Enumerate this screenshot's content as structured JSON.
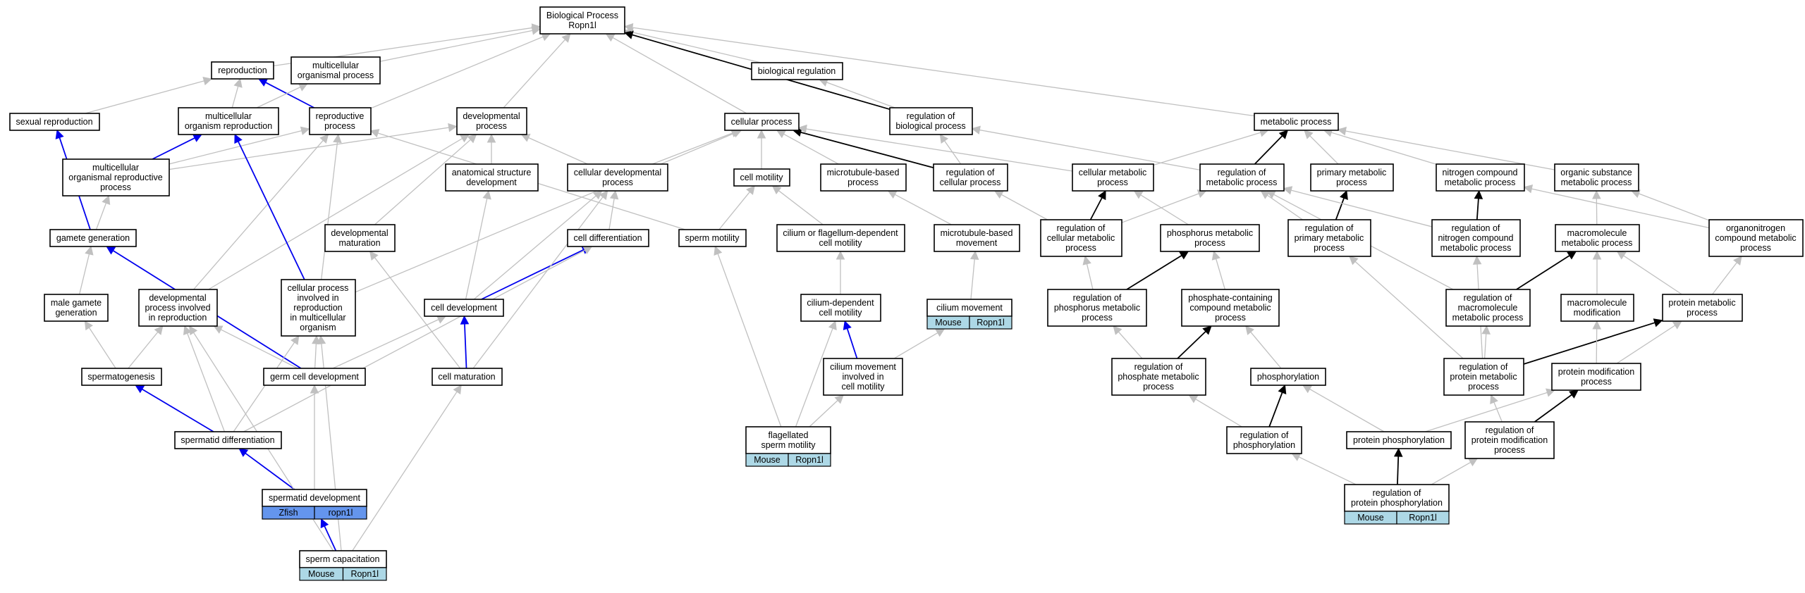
{
  "graph": {
    "nodes": [
      {
        "id": "bp",
        "lines": [
          "Biological Process",
          "Ropn1l"
        ]
      },
      {
        "id": "repro",
        "lines": [
          "reproduction"
        ]
      },
      {
        "id": "mop",
        "lines": [
          "multicellular",
          "organismal process"
        ]
      },
      {
        "id": "biolreg",
        "lines": [
          "biological regulation"
        ]
      },
      {
        "id": "sexrep",
        "lines": [
          "sexual reproduction"
        ]
      },
      {
        "id": "mcorgrep",
        "lines": [
          "multicellular",
          "organism reproduction"
        ]
      },
      {
        "id": "repproc",
        "lines": [
          "reproductive",
          "process"
        ]
      },
      {
        "id": "devproc",
        "lines": [
          "developmental",
          "process"
        ]
      },
      {
        "id": "cellproc",
        "lines": [
          "cellular process"
        ]
      },
      {
        "id": "regbp",
        "lines": [
          "regulation of",
          "biological process"
        ]
      },
      {
        "id": "metproc",
        "lines": [
          "metabolic process"
        ]
      },
      {
        "id": "mcorgrepproc",
        "lines": [
          "multicellular",
          "organismal reproductive",
          "process"
        ]
      },
      {
        "id": "anatdev",
        "lines": [
          "anatomical structure",
          "development"
        ]
      },
      {
        "id": "celldevproc",
        "lines": [
          "cellular developmental",
          "process"
        ]
      },
      {
        "id": "cellmot",
        "lines": [
          "cell motility"
        ]
      },
      {
        "id": "mtbproc",
        "lines": [
          "microtubule-based",
          "process"
        ]
      },
      {
        "id": "regcellproc",
        "lines": [
          "regulation of",
          "cellular process"
        ]
      },
      {
        "id": "cellmet",
        "lines": [
          "cellular metabolic",
          "process"
        ]
      },
      {
        "id": "regmet",
        "lines": [
          "regulation of",
          "metabolic process"
        ]
      },
      {
        "id": "primmet",
        "lines": [
          "primary metabolic",
          "process"
        ]
      },
      {
        "id": "nitromet",
        "lines": [
          "nitrogen compound",
          "metabolic process"
        ]
      },
      {
        "id": "orgsub",
        "lines": [
          "organic substance",
          "metabolic process"
        ]
      },
      {
        "id": "gamgen",
        "lines": [
          "gamete generation"
        ]
      },
      {
        "id": "devmat",
        "lines": [
          "developmental",
          "maturation"
        ]
      },
      {
        "id": "celldiff",
        "lines": [
          "cell differentiation"
        ]
      },
      {
        "id": "spermmot",
        "lines": [
          "sperm motility"
        ]
      },
      {
        "id": "ciliumflag",
        "lines": [
          "cilium or flagellum-dependent",
          "cell motility"
        ]
      },
      {
        "id": "mtbmove",
        "lines": [
          "microtubule-based",
          "movement"
        ]
      },
      {
        "id": "regcellmet",
        "lines": [
          "regulation of",
          "cellular metabolic",
          "process"
        ]
      },
      {
        "id": "phosmet",
        "lines": [
          "phosphorus metabolic",
          "process"
        ]
      },
      {
        "id": "regprimmet",
        "lines": [
          "regulation of",
          "primary metabolic",
          "process"
        ]
      },
      {
        "id": "regnitro",
        "lines": [
          "regulation of",
          "nitrogen compound",
          "metabolic process"
        ]
      },
      {
        "id": "macromet",
        "lines": [
          "macromolecule",
          "metabolic process"
        ]
      },
      {
        "id": "orgnitro",
        "lines": [
          "organonitrogen",
          "compound metabolic",
          "process"
        ]
      },
      {
        "id": "malegam",
        "lines": [
          "male gamete",
          "generation"
        ]
      },
      {
        "id": "devprocrep",
        "lines": [
          "developmental",
          "process involved",
          "in reproduction"
        ]
      },
      {
        "id": "cpinvolved",
        "lines": [
          "cellular process",
          "involved in",
          "reproduction",
          "in multicellular",
          "organism"
        ]
      },
      {
        "id": "celldev",
        "lines": [
          "cell development"
        ]
      },
      {
        "id": "ciliumdep",
        "lines": [
          "cilium-dependent",
          "cell motility"
        ]
      },
      {
        "id": "ciliummove",
        "lines": [
          "cilium movement"
        ],
        "genes": [
          "Mouse",
          "Ropn1l"
        ]
      },
      {
        "id": "regphosmet",
        "lines": [
          "regulation of",
          "phosphorus metabolic",
          "process"
        ]
      },
      {
        "id": "phoscont",
        "lines": [
          "phosphate-containing",
          "compound metabolic",
          "process"
        ]
      },
      {
        "id": "regmacro",
        "lines": [
          "regulation of",
          "macromolecule",
          "metabolic process"
        ]
      },
      {
        "id": "macromod",
        "lines": [
          "macromolecule",
          "modification"
        ]
      },
      {
        "id": "protmet",
        "lines": [
          "protein metabolic",
          "process"
        ]
      },
      {
        "id": "spermatogen",
        "lines": [
          "spermatogenesis"
        ]
      },
      {
        "id": "germdev",
        "lines": [
          "germ cell development"
        ]
      },
      {
        "id": "cellmat",
        "lines": [
          "cell maturation"
        ]
      },
      {
        "id": "cmic",
        "lines": [
          "cilium movement",
          "involved in",
          "cell motility"
        ]
      },
      {
        "id": "regphosphatemet",
        "lines": [
          "regulation of",
          "phosphate metabolic",
          "process"
        ]
      },
      {
        "id": "phosphorylation",
        "lines": [
          "phosphorylation"
        ]
      },
      {
        "id": "regprotmet",
        "lines": [
          "regulation of",
          "protein metabolic",
          "process"
        ]
      },
      {
        "id": "protmod",
        "lines": [
          "protein modification",
          "process"
        ]
      },
      {
        "id": "spermatiddiff",
        "lines": [
          "spermatid differentiation"
        ]
      },
      {
        "id": "flagmot",
        "lines": [
          "flagellated",
          "sperm motility"
        ],
        "genes": [
          "Mouse",
          "Ropn1l"
        ]
      },
      {
        "id": "regphosph",
        "lines": [
          "regulation of",
          "phosphorylation"
        ]
      },
      {
        "id": "protphos",
        "lines": [
          "protein phosphorylation"
        ]
      },
      {
        "id": "regprotmod",
        "lines": [
          "regulation of",
          "protein modification",
          "process"
        ]
      },
      {
        "id": "spermatiddev",
        "lines": [
          "spermatid development"
        ],
        "genes": [
          "Zfish",
          "ropn1l"
        ]
      },
      {
        "id": "regprotphos",
        "lines": [
          "regulation of",
          "protein phosphorylation"
        ],
        "genes": [
          "Mouse",
          "Ropn1l"
        ]
      },
      {
        "id": "spermcap",
        "lines": [
          "sperm capacitation"
        ],
        "genes": [
          "Mouse",
          "Ropn1l"
        ]
      }
    ],
    "edges": [
      {
        "from": "repro",
        "to": "bp",
        "kind": "is_a"
      },
      {
        "from": "mop",
        "to": "bp",
        "kind": "is_a"
      },
      {
        "from": "biolreg",
        "to": "bp",
        "kind": "is_a"
      },
      {
        "from": "repproc",
        "to": "bp",
        "kind": "is_a"
      },
      {
        "from": "devproc",
        "to": "bp",
        "kind": "is_a"
      },
      {
        "from": "cellproc",
        "to": "bp",
        "kind": "is_a"
      },
      {
        "from": "regbp",
        "to": "bp",
        "kind": "regulates"
      },
      {
        "from": "metproc",
        "to": "bp",
        "kind": "is_a"
      },
      {
        "from": "regbp",
        "to": "biolreg",
        "kind": "is_a"
      },
      {
        "from": "sexrep",
        "to": "repro",
        "kind": "is_a"
      },
      {
        "from": "mcorgrep",
        "to": "repro",
        "kind": "is_a"
      },
      {
        "from": "repproc",
        "to": "repro",
        "kind": "part_of"
      },
      {
        "from": "mcorgrep",
        "to": "mop",
        "kind": "is_a"
      },
      {
        "from": "mcorgrepproc",
        "to": "mcorgrep",
        "kind": "part_of"
      },
      {
        "from": "mcorgrepproc",
        "to": "repproc",
        "kind": "is_a"
      },
      {
        "from": "mcorgrepproc",
        "to": "devproc",
        "kind": "is_a"
      },
      {
        "from": "anatdev",
        "to": "devproc",
        "kind": "is_a"
      },
      {
        "from": "celldevproc",
        "to": "devproc",
        "kind": "is_a"
      },
      {
        "from": "celldevproc",
        "to": "cellproc",
        "kind": "is_a"
      },
      {
        "from": "cellmot",
        "to": "cellproc",
        "kind": "is_a"
      },
      {
        "from": "mtbproc",
        "to": "cellproc",
        "kind": "is_a"
      },
      {
        "from": "regcellproc",
        "to": "cellproc",
        "kind": "regulates"
      },
      {
        "from": "cellmet",
        "to": "cellproc",
        "kind": "is_a"
      },
      {
        "from": "regcellproc",
        "to": "regbp",
        "kind": "is_a"
      },
      {
        "from": "regmet",
        "to": "regbp",
        "kind": "is_a"
      },
      {
        "from": "regmet",
        "to": "metproc",
        "kind": "regulates"
      },
      {
        "from": "cellmet",
        "to": "metproc",
        "kind": "is_a"
      },
      {
        "from": "primmet",
        "to": "metproc",
        "kind": "is_a"
      },
      {
        "from": "nitromet",
        "to": "metproc",
        "kind": "is_a"
      },
      {
        "from": "orgsub",
        "to": "metproc",
        "kind": "is_a"
      },
      {
        "from": "gamgen",
        "to": "sexrep",
        "kind": "part_of"
      },
      {
        "from": "gamgen",
        "to": "mcorgrepproc",
        "kind": "is_a"
      },
      {
        "from": "devmat",
        "to": "devproc",
        "kind": "is_a"
      },
      {
        "from": "celldiff",
        "to": "celldevproc",
        "kind": "is_a"
      },
      {
        "from": "spermmot",
        "to": "cellmot",
        "kind": "is_a"
      },
      {
        "from": "spermmot",
        "to": "repproc",
        "kind": "is_a"
      },
      {
        "from": "ciliumflag",
        "to": "cellmot",
        "kind": "is_a"
      },
      {
        "from": "mtbmove",
        "to": "mtbproc",
        "kind": "is_a"
      },
      {
        "from": "regcellmet",
        "to": "regcellproc",
        "kind": "is_a"
      },
      {
        "from": "regcellmet",
        "to": "cellmet",
        "kind": "regulates"
      },
      {
        "from": "regcellmet",
        "to": "regmet",
        "kind": "is_a"
      },
      {
        "from": "phosmet",
        "to": "cellmet",
        "kind": "is_a"
      },
      {
        "from": "regprimmet",
        "to": "primmet",
        "kind": "regulates"
      },
      {
        "from": "regprimmet",
        "to": "regmet",
        "kind": "is_a"
      },
      {
        "from": "regnitro",
        "to": "nitromet",
        "kind": "regulates"
      },
      {
        "from": "regnitro",
        "to": "regmet",
        "kind": "is_a"
      },
      {
        "from": "macromet",
        "to": "orgsub",
        "kind": "is_a"
      },
      {
        "from": "orgnitro",
        "to": "orgsub",
        "kind": "is_a"
      },
      {
        "from": "orgnitro",
        "to": "nitromet",
        "kind": "is_a"
      },
      {
        "from": "malegam",
        "to": "gamgen",
        "kind": "is_a"
      },
      {
        "from": "devprocrep",
        "to": "repproc",
        "kind": "is_a"
      },
      {
        "from": "devprocrep",
        "to": "devproc",
        "kind": "is_a"
      },
      {
        "from": "cpinvolved",
        "to": "mcorgrep",
        "kind": "part_of"
      },
      {
        "from": "cpinvolved",
        "to": "repproc",
        "kind": "is_a"
      },
      {
        "from": "cpinvolved",
        "to": "cellproc",
        "kind": "is_a"
      },
      {
        "from": "celldev",
        "to": "anatdev",
        "kind": "is_a"
      },
      {
        "from": "celldev",
        "to": "celldevproc",
        "kind": "is_a"
      },
      {
        "from": "celldev",
        "to": "celldiff",
        "kind": "part_of"
      },
      {
        "from": "ciliumdep",
        "to": "ciliumflag",
        "kind": "is_a"
      },
      {
        "from": "ciliummove",
        "to": "mtbmove",
        "kind": "is_a"
      },
      {
        "from": "regphosmet",
        "to": "regcellmet",
        "kind": "is_a"
      },
      {
        "from": "regphosmet",
        "to": "phosmet",
        "kind": "regulates"
      },
      {
        "from": "phoscont",
        "to": "phosmet",
        "kind": "is_a"
      },
      {
        "from": "regmacro",
        "to": "macromet",
        "kind": "regulates"
      },
      {
        "from": "regmacro",
        "to": "regmet",
        "kind": "is_a"
      },
      {
        "from": "macromod",
        "to": "macromet",
        "kind": "is_a"
      },
      {
        "from": "protmet",
        "to": "macromet",
        "kind": "is_a"
      },
      {
        "from": "protmet",
        "to": "orgnitro",
        "kind": "is_a"
      },
      {
        "from": "spermatogen",
        "to": "malegam",
        "kind": "is_a"
      },
      {
        "from": "spermatogen",
        "to": "devprocrep",
        "kind": "is_a"
      },
      {
        "from": "germdev",
        "to": "gamgen",
        "kind": "part_of"
      },
      {
        "from": "germdev",
        "to": "devprocrep",
        "kind": "is_a"
      },
      {
        "from": "germdev",
        "to": "cpinvolved",
        "kind": "is_a"
      },
      {
        "from": "germdev",
        "to": "celldev",
        "kind": "is_a"
      },
      {
        "from": "cellmat",
        "to": "devmat",
        "kind": "is_a"
      },
      {
        "from": "cellmat",
        "to": "celldev",
        "kind": "part_of"
      },
      {
        "from": "cellmat",
        "to": "celldevproc",
        "kind": "is_a"
      },
      {
        "from": "cmic",
        "to": "ciliumdep",
        "kind": "part_of"
      },
      {
        "from": "cmic",
        "to": "ciliummove",
        "kind": "is_a"
      },
      {
        "from": "regphosphatemet",
        "to": "regphosmet",
        "kind": "is_a"
      },
      {
        "from": "regphosphatemet",
        "to": "phoscont",
        "kind": "regulates"
      },
      {
        "from": "phosphorylation",
        "to": "phoscont",
        "kind": "is_a"
      },
      {
        "from": "regprotmet",
        "to": "regprimmet",
        "kind": "is_a"
      },
      {
        "from": "regprotmet",
        "to": "regnitro",
        "kind": "is_a"
      },
      {
        "from": "regprotmet",
        "to": "regmacro",
        "kind": "is_a"
      },
      {
        "from": "regprotmet",
        "to": "protmet",
        "kind": "regulates"
      },
      {
        "from": "protmod",
        "to": "macromod",
        "kind": "is_a"
      },
      {
        "from": "protmod",
        "to": "protmet",
        "kind": "is_a"
      },
      {
        "from": "spermatiddiff",
        "to": "spermatogen",
        "kind": "part_of"
      },
      {
        "from": "spermatiddiff",
        "to": "devprocrep",
        "kind": "is_a"
      },
      {
        "from": "spermatiddiff",
        "to": "cpinvolved",
        "kind": "is_a"
      },
      {
        "from": "spermatiddiff",
        "to": "celldiff",
        "kind": "is_a"
      },
      {
        "from": "flagmot",
        "to": "spermmot",
        "kind": "is_a"
      },
      {
        "from": "flagmot",
        "to": "ciliumdep",
        "kind": "is_a"
      },
      {
        "from": "flagmot",
        "to": "cmic",
        "kind": "is_a"
      },
      {
        "from": "regphosph",
        "to": "regphosphatemet",
        "kind": "is_a"
      },
      {
        "from": "regphosph",
        "to": "phosphorylation",
        "kind": "regulates"
      },
      {
        "from": "protphos",
        "to": "phosphorylation",
        "kind": "is_a"
      },
      {
        "from": "protphos",
        "to": "protmod",
        "kind": "is_a"
      },
      {
        "from": "regprotmod",
        "to": "regprotmet",
        "kind": "is_a"
      },
      {
        "from": "regprotmod",
        "to": "protmod",
        "kind": "regulates"
      },
      {
        "from": "spermatiddev",
        "to": "spermatiddiff",
        "kind": "part_of"
      },
      {
        "from": "spermatiddev",
        "to": "germdev",
        "kind": "is_a"
      },
      {
        "from": "regprotphos",
        "to": "regphosph",
        "kind": "is_a"
      },
      {
        "from": "regprotphos",
        "to": "protphos",
        "kind": "regulates"
      },
      {
        "from": "regprotphos",
        "to": "regprotmod",
        "kind": "is_a"
      },
      {
        "from": "spermcap",
        "to": "spermatiddev",
        "kind": "part_of"
      },
      {
        "from": "spermcap",
        "to": "cpinvolved",
        "kind": "is_a"
      },
      {
        "from": "spermcap",
        "to": "cellmat",
        "kind": "is_a"
      },
      {
        "from": "spermcap",
        "to": "devprocrep",
        "kind": "is_a"
      }
    ]
  },
  "colors": {
    "is_a": "#c0c0c0",
    "part_of": "#0000ee",
    "regulates": "#000000",
    "gene_mouse": "#add8e6",
    "gene_zfish": "#6495ed",
    "node_fill": "#ffffff",
    "node_border": "#000000"
  }
}
